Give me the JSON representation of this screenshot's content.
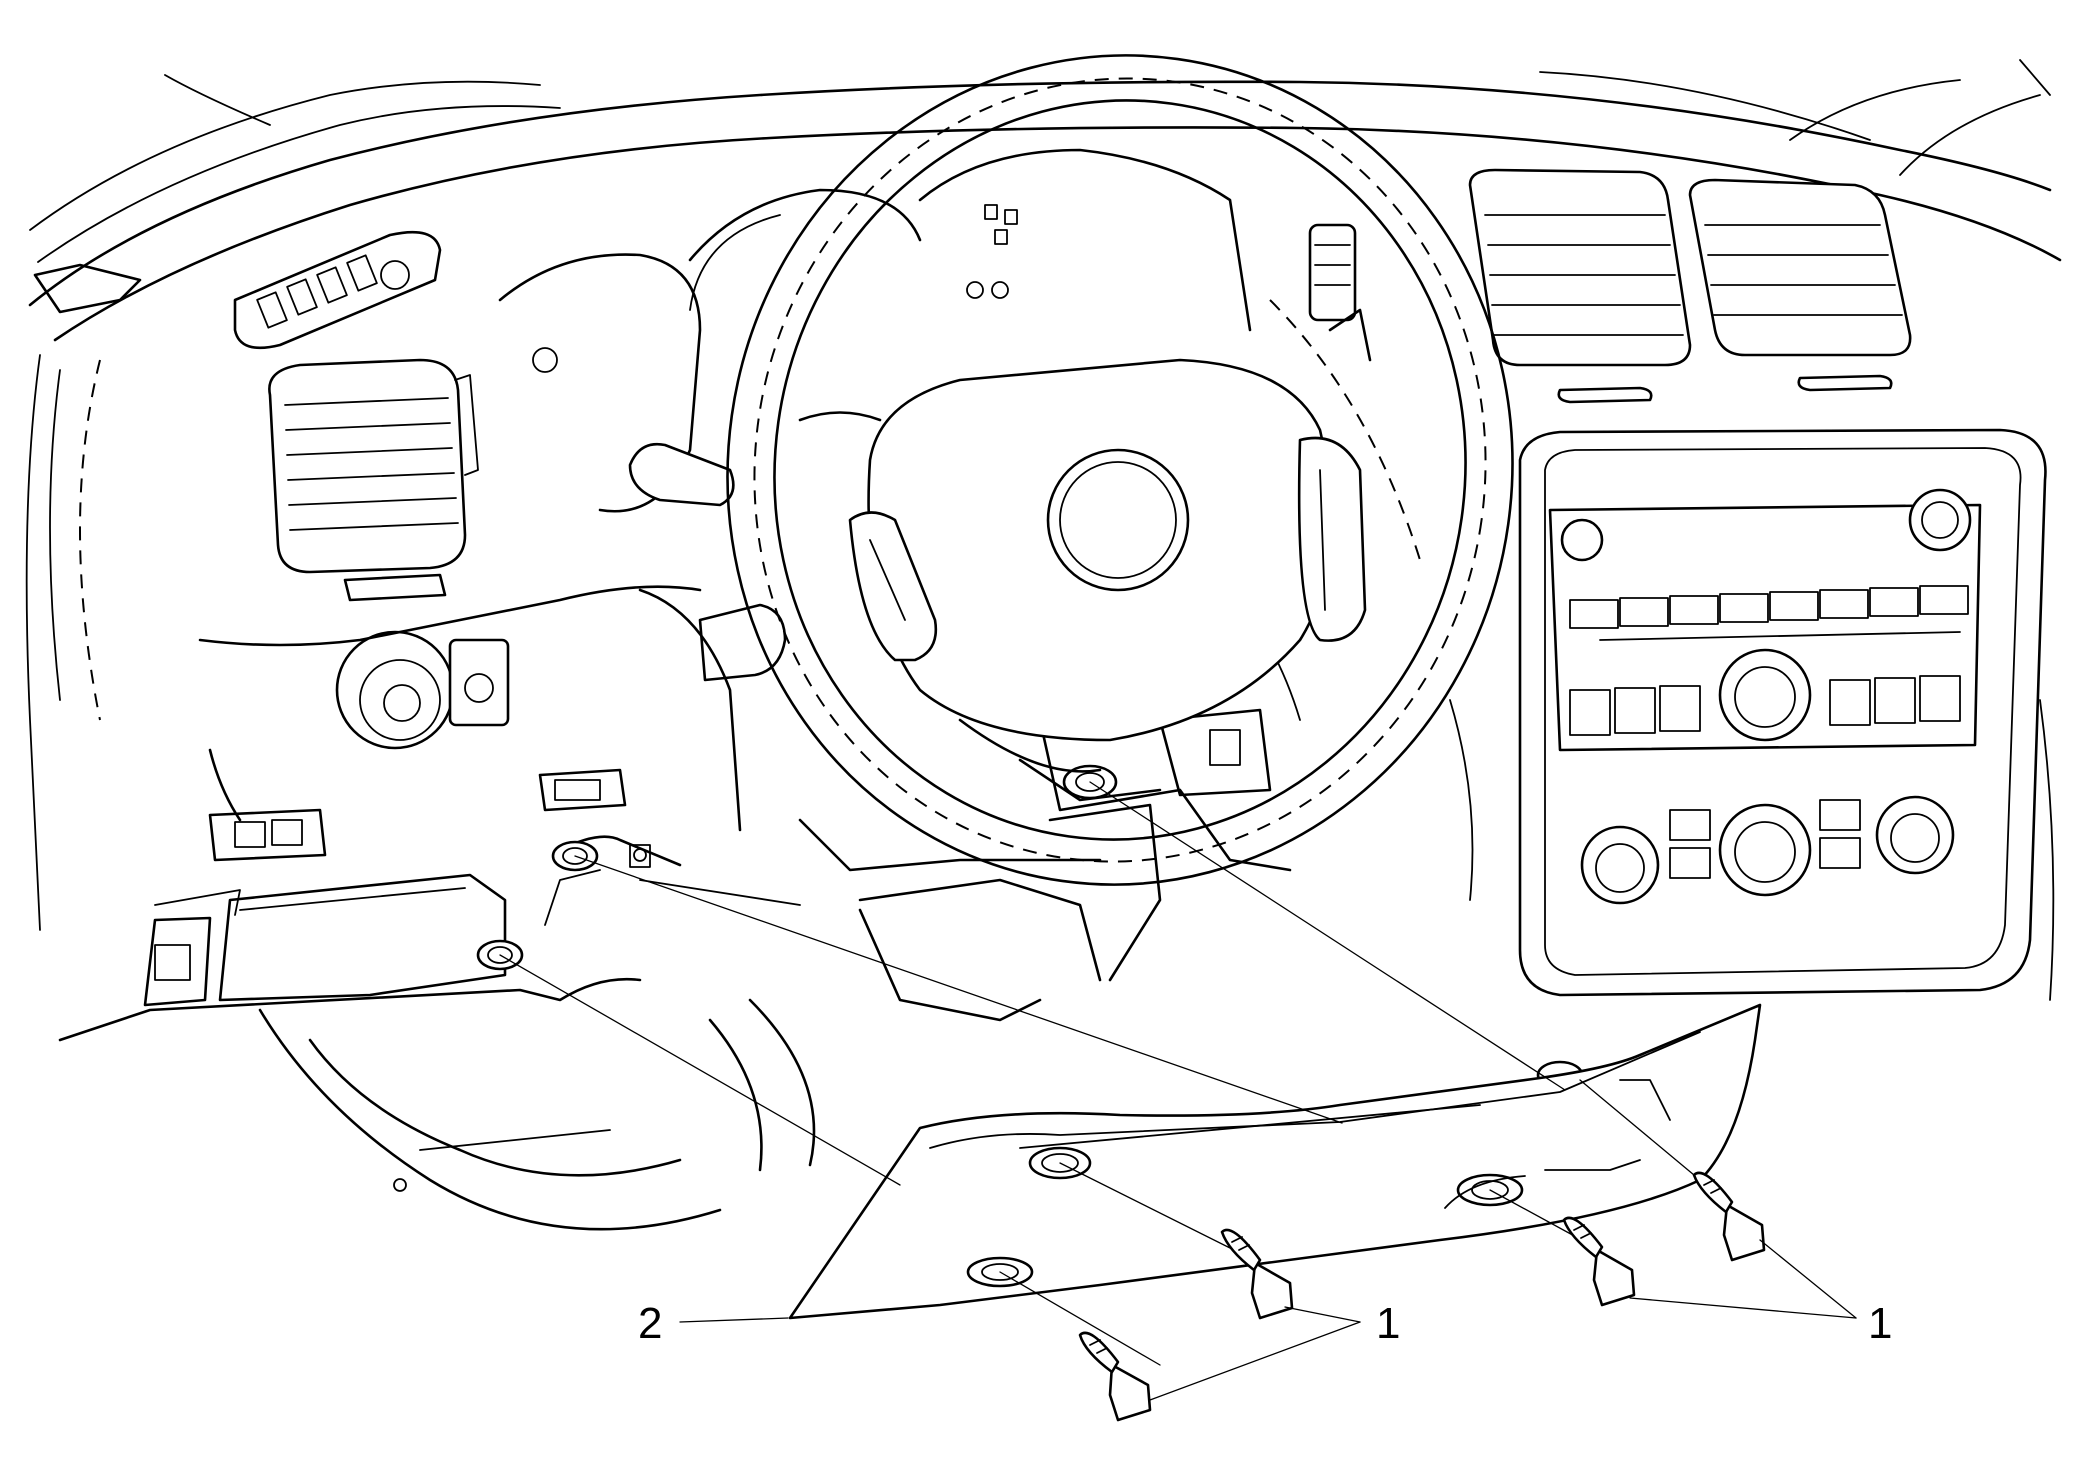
{
  "callouts": [
    {
      "id": "label-2",
      "text": "2"
    },
    {
      "id": "label-1-left",
      "text": "1"
    },
    {
      "id": "label-1-right",
      "text": "1"
    }
  ],
  "components": [
    {
      "name": "instrument-panel",
      "icon": "dashboard-icon"
    },
    {
      "name": "steering-wheel",
      "icon": "steering-wheel-icon"
    },
    {
      "name": "knee-bolster",
      "icon": "panel-icon"
    },
    {
      "name": "bolt",
      "icon": "bolt-icon"
    }
  ],
  "colors": {
    "line": "#000000",
    "background": "#ffffff"
  }
}
